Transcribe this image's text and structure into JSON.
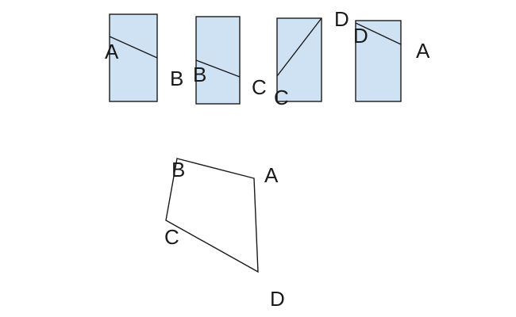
{
  "strips": [
    {
      "left_label": "A",
      "right_label": "B"
    },
    {
      "left_label": "B",
      "right_label": "C"
    },
    {
      "left_label": "C",
      "right_label": ""
    },
    {
      "top_label": "D",
      "inner_label": "D",
      "right_label": "A"
    }
  ],
  "quadrilateral": {
    "vertex_labels": {
      "A": "A",
      "B": "B",
      "C": "C",
      "D": "D"
    }
  },
  "colors": {
    "strip_fill": "#cfe2f3",
    "stroke": "#1a1a1a"
  }
}
